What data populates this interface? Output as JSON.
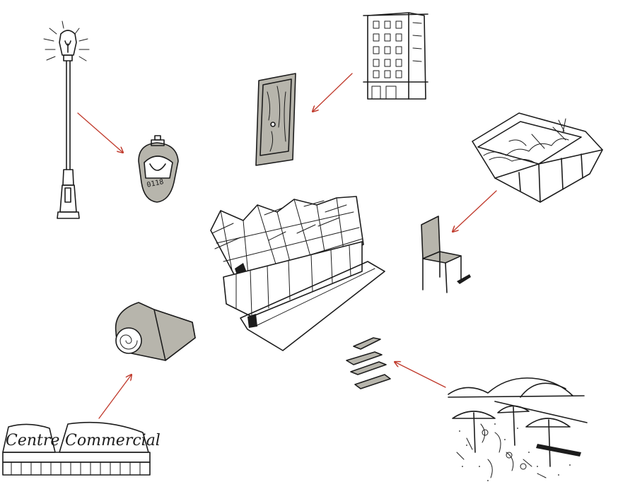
{
  "diagram": {
    "colors": {
      "ink": "#1c1c1c",
      "arrow": "#c0392b",
      "material_grey": "#b7b5ac",
      "background": "#ffffff"
    },
    "signage": {
      "word1": "Centre",
      "word2": "Commercial"
    },
    "meter_label": "0118",
    "nodes": [
      {
        "id": "street-lamp",
        "icon": "street-lamp-icon"
      },
      {
        "id": "lamp-head",
        "icon": "lamp-head-icon"
      },
      {
        "id": "apartment-building",
        "icon": "building-icon"
      },
      {
        "id": "wooden-door",
        "icon": "door-icon"
      },
      {
        "id": "skip-container",
        "icon": "dumpster-icon"
      },
      {
        "id": "chair",
        "icon": "chair-icon"
      },
      {
        "id": "pavilion",
        "icon": "pavilion-icon"
      },
      {
        "id": "insulation-roll",
        "icon": "insulation-roll-icon"
      },
      {
        "id": "shopping-centre",
        "icon": "mall-icon"
      },
      {
        "id": "wooden-planks",
        "icon": "planks-icon"
      },
      {
        "id": "beach-scene",
        "icon": "beach-icon"
      }
    ],
    "connections": [
      {
        "from": "street-lamp",
        "to": "lamp-head"
      },
      {
        "from": "apartment-building",
        "to": "wooden-door"
      },
      {
        "from": "skip-container",
        "to": "chair"
      },
      {
        "from": "shopping-centre",
        "to": "insulation-roll"
      },
      {
        "from": "beach-scene",
        "to": "wooden-planks"
      }
    ]
  }
}
